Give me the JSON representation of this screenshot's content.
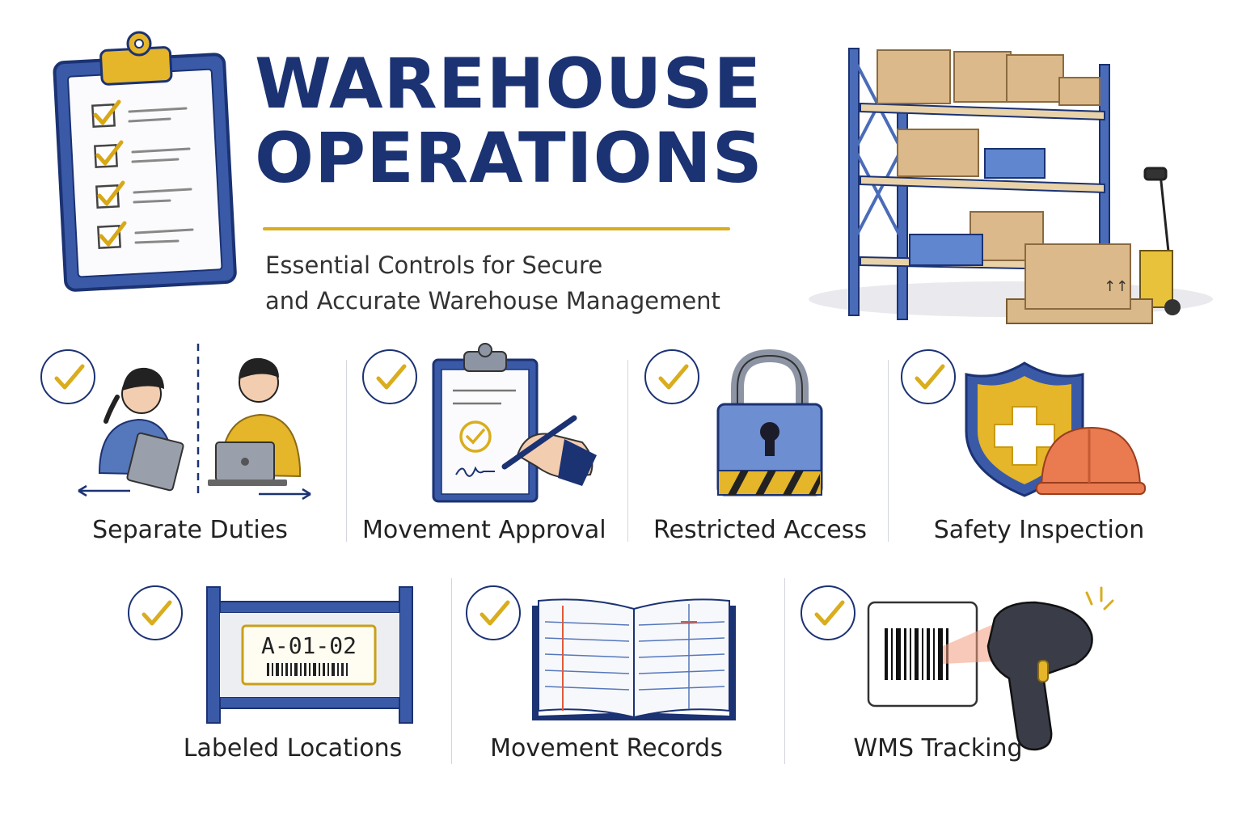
{
  "header": {
    "title_line1": "WAREHOUSE",
    "title_line2": "OPERATIONS",
    "subtitle_line1": "Essential Controls for Secure",
    "subtitle_line2": "and Accurate Warehouse Management"
  },
  "controls": [
    {
      "label": "Separate Duties",
      "icon": "separate-duties-icon"
    },
    {
      "label": "Movement Approval",
      "icon": "approval-clipboard-icon"
    },
    {
      "label": "Restricted Access",
      "icon": "padlock-icon"
    },
    {
      "label": "Safety Inspection",
      "icon": "shield-helmet-icon"
    },
    {
      "label": "Labeled Locations",
      "icon": "location-label-icon"
    },
    {
      "label": "Movement Records",
      "icon": "ledger-book-icon"
    },
    {
      "label": "WMS Tracking",
      "icon": "barcode-scanner-icon"
    }
  ],
  "location_label": {
    "code": "A-01-02"
  },
  "colors": {
    "navy": "#1b3273",
    "gold": "#d9ad1d",
    "blue": "#5577bb",
    "box": "#dcb98a",
    "orange": "#e8734a"
  }
}
